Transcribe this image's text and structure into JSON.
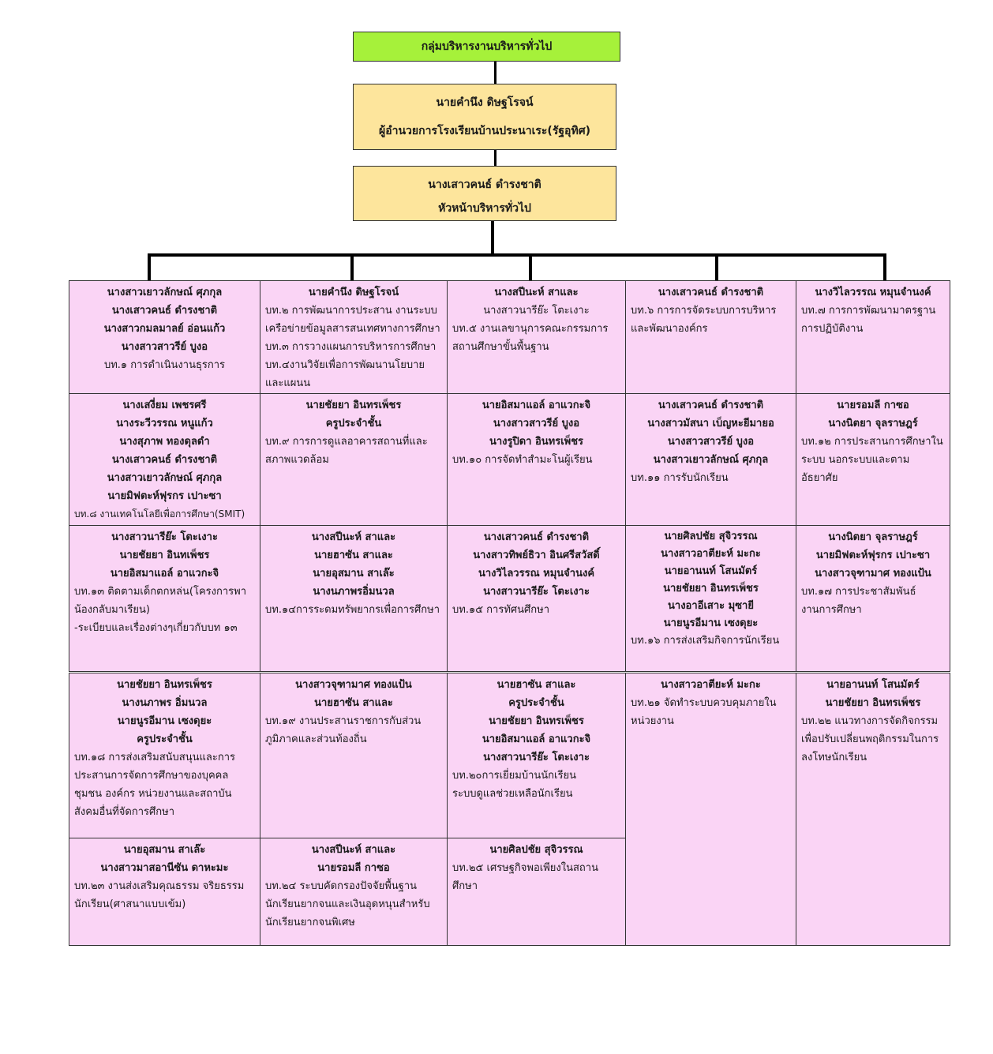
{
  "top": {
    "title": "กลุ่มบริหารงานบริหารทั่วไป",
    "director_name": "นายคำนึง  ดิษฐโรจน์",
    "director_role": "ผู้อำนวยการโรงเรียนบ้านประนาเระ(รัฐอุทิศ)",
    "head_name": "นางเสาวคนธ์  ดำรงชาติ",
    "head_role": "หัวหน้าบริหารทั่วไป"
  },
  "rows": [
    {
      "cells": [
        {
          "names": [
            "นางสาวเยาวลักษณ์  ศุภกุล",
            "นางเสาวคนธ์  ดำรงชาติ",
            "นางสาวกมลมาลย์  อ่อนแก้ว",
            "นางสาวสาวรีย์  บูงอ"
          ],
          "tasks": [
            "บท.๑ การดำเนินงานธุรการ"
          ]
        },
        {
          "names": [
            "นายคำนึง  ดิษฐโรจน์"
          ],
          "tasks": [
            "บท.๒ การพัฒนาการประสาน งานระบบเครือข่ายข้อมูลสารสนเทศทางการศึกษา",
            "บท.๓ การวางแผนการบริหารการศึกษา",
            "บท.๔งานวิจัยเพื่อการพัฒนานโยบายและแผนน"
          ]
        },
        {
          "names": [
            "นางสปีนะห์  สาและ"
          ],
          "plain_names": [
            "นางสาวนารีย๊ะ โตะเงาะ"
          ],
          "tasks": [
            "บท.๕ งานเลขานุการคณะกรรมการสถานศึกษาขั้นพื้นฐาน"
          ]
        },
        {
          "names": [
            "นางเสาวคนธ์  ดำรงชาติ"
          ],
          "tasks": [
            "บท.๖ การการจัดระบบการบริหารและพัฒนาองค์กร"
          ]
        },
        {
          "names": [
            "นางวิไลวรรณ  หมุนจำนงค์"
          ],
          "tasks": [
            "บท.๗ การการพัฒนามาตรฐานการปฏิบัติงาน"
          ]
        }
      ]
    },
    {
      "cells": [
        {
          "names": [
            "นางเสงี่ยม  เพชรศรี",
            "นางระวีวรรณ  หนูแก้ว",
            "นางสุภาพ  ทองดุลดำ",
            "นางเสาวคนธ์  ดำรงชาติ",
            "นางสาวเยาวลักษณ์  ศุภกุล",
            "นายมิฟตะห์ฟุรกร  เปาะซา"
          ],
          "tasks": [
            "บท.๘ งานเทคโนโลยีเพื่อการศึกษา(SMIT)"
          ]
        },
        {
          "names": [
            "นายชัยยา  อินทรเพ็ชร",
            "ครูประจำชั้น"
          ],
          "tasks": [
            "บท.๙ การการดูแลอาคารสถานที่และสภาพแวดล้อม"
          ]
        },
        {
          "names": [
            "นายอิสมาแอล์  อาแวกะจิ",
            "นางสาวสาวรีย์  บูงอ",
            "นางรูปิดา  อินทรเพ็ชร"
          ],
          "tasks": [
            "บท.๑๐  การจัดทำสำมะโนผู้เรียน"
          ]
        },
        {
          "names": [
            "นางเสาวคนธ์  ดำรงชาติ",
            "นางสาวมัสนา เบ็ญหะยีมายอ",
            "นางสาวสาวรีย์  บูงอ",
            "นางสาวเยาวลักษณ์  ศุภกุล"
          ],
          "tasks": [
            "บท.๑๑ การรับนักเรียน"
          ]
        },
        {
          "names": [
            "นายรอมลี  กาซอ",
            "นางนิตยา  จุลราษฎร์"
          ],
          "tasks": [
            "บท.๑๒ การประสานการศึกษาในระบบ นอกระบบและตามอัธยาศัย"
          ]
        }
      ]
    },
    {
      "cells": [
        {
          "names": [
            "นางสาวนารีย๊ะ  โตะเงาะ",
            "นายชัยยา  อินทเพ็ชร",
            "นายอิสมาแอล์ อาแวกะจิ"
          ],
          "tasks": [
            "บท.๑๓ ติดตามเด็กตกหล่น(โครงการพาน้องกลับมาเรียน)",
            "-ระเบียบและเรื่องต่างๆเกี่ยวกับบท ๑๓"
          ]
        },
        {
          "names": [
            "นางสปีนะห์ สาและ",
            "นายฮาซัน สาและ",
            "นายอุสมาน สาเล๊ะ",
            "นางนภาพรอิ่มนวล"
          ],
          "tasks": [
            "บท.๑๔การระดมทรัพยากรเพื่อการศึกษา"
          ]
        },
        {
          "names": [
            "นางเสาวคนธ์  ดำรงชาติ",
            "นางสาวทิพย์ธิวา  อินศรีสวัสดิ์",
            "นางวิไลวรรณ หมุนจำนงค์",
            "นางสาวนารีย๊ะ  โตะเงาะ"
          ],
          "tasks": [
            "บท.๑๕ การทัศนศึกษา"
          ]
        },
        {
          "names": [
            "นายศิลปชัย สุจิวรรณ",
            "นางสาวอาตียะห์  มะกะ",
            "นายอานนท์  โสนมัตร์",
            "นายชัยยา  อินทรเพ็ชร",
            "นางอาอีเสาะ มุซายี",
            "นายนูรอีมาน  เซงดุยะ"
          ],
          "tasks": [
            "บท.๑๖ การส่งเสริมกิจการนักเรียน"
          ]
        },
        {
          "names": [
            "นางนิตยา  จุลราษฎร์",
            "นายมิฟตะห์ฟุรกร  เปาะซา",
            "นางสาวจุฑามาศ  ทองแป้น"
          ],
          "tasks": [
            "บท.๑๗ การประชาสัมพันธ์งานการศึกษา"
          ]
        }
      ]
    },
    {
      "cells": [
        {
          "names": [
            "นายชัยยา  อินทรเพ็ชร",
            "นางนภาพร  อิ่มนวล",
            "นายนูรอีมาน  เซงดุยะ",
            "ครูประจำชั้น"
          ],
          "tasks": [
            "บท.๑๘ การส่งเสริมสนับสนุนและการประสานการจัดการศึกษาของบุคคล ชุมชน องค์กร หน่วยงานและสถาบันสังคมอื่นที่จัดการศึกษา"
          ]
        },
        {
          "names": [
            "นางสาวจุฑามาศ  ทองแป้น",
            "นายฮาซัน  สาและ"
          ],
          "tasks": [
            "บท.๑๙ งานประสานราชการกับส่วนภูมิภาคและส่วนท้องถิ่น"
          ]
        },
        {
          "names": [
            "นายฮาซัน สาและ",
            "ครูประจำชั้น",
            "นายชัยยา อินทรเพ็ชร",
            "นายอิสมาแอล์ อาแวกะจิ",
            "นางสาวนารีย๊ะ โตะเงาะ"
          ],
          "tasks": [
            "บท.๒๐การเยี่ยมบ้านนักเรียน",
            "ระบบดูแลช่วยเหลือนักเรียน"
          ]
        },
        {
          "names": [
            "นางสาวอาตียะห์  มะกะ"
          ],
          "tasks": [
            "บท.๒๑  จัดทำระบบควบคุมภายในหน่วยงาน"
          ]
        },
        {
          "names": [
            "นายอานนท์  โสนมัตร์",
            "นายชัยยา  อินทรเพ็ชร"
          ],
          "tasks": [
            "บท.๒๒  แนวทางการจัดกิจกรรมเพื่อปรับเปลี่ยนพฤติกรรมในการลงโทษนักเรียน"
          ]
        }
      ]
    },
    {
      "cells": [
        {
          "names": [
            "นายอุสมาน  สาเล๊ะ",
            "นางสาวมาสอานีซัน  ดาหะมะ"
          ],
          "tasks": [
            "บท.๒๓ งานส่งเสริมคุณธรรม จริยธรรมนักเรียน(ศาสนาแบบเข้ม)"
          ]
        },
        {
          "names": [
            "นางสปีนะห์  สาและ",
            "นายรอมลี  กาซอ"
          ],
          "tasks": [
            "บท.๒๔ ระบบคัดกรองปัจจัยพื้นฐานนักเรียนยากจนและเงินอุดหนุนสำหรับนักเรียนยากจนพิเศษ"
          ]
        },
        {
          "names": [
            "นายศิลปชัย สุจิวรรณ"
          ],
          "tasks": [
            "บท.๒๕  เศรษฐกิจพอเพียงในสถานศึกษา"
          ]
        }
      ]
    }
  ]
}
